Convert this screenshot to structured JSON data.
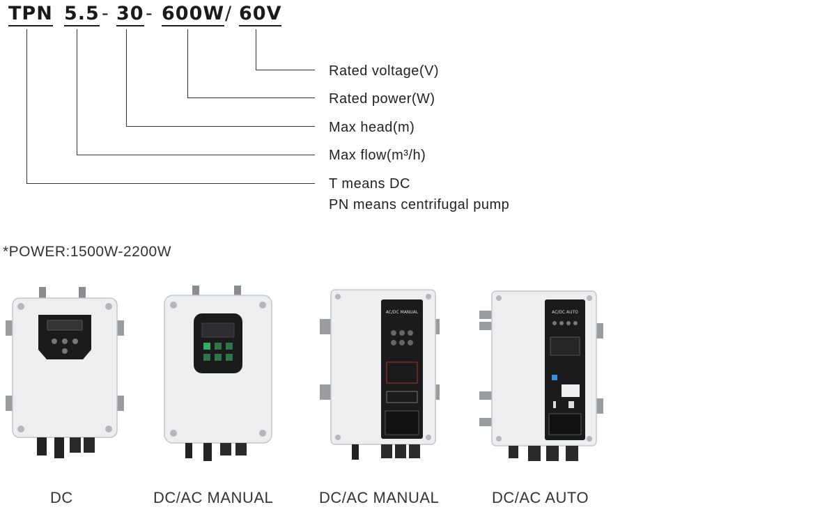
{
  "model_code": {
    "series": "TPN",
    "flow": "5.5",
    "dash1": "-",
    "head": "30",
    "dash2": "-",
    "power": "600W",
    "slash": "/",
    "voltage": "60V"
  },
  "legend": [
    {
      "key": "voltage",
      "text": "Rated voltage(V)"
    },
    {
      "key": "power",
      "text": "Rated power(W)"
    },
    {
      "key": "head",
      "text": "Max head(m)"
    },
    {
      "key": "flow",
      "text": "Max flow(m³/h)"
    },
    {
      "key": "series",
      "line1": "T means DC",
      "line2": "PN means centrifugal pump"
    }
  ],
  "power_note": "*POWER:1500W-2200W",
  "products": [
    {
      "label": "DC",
      "panel_text": ""
    },
    {
      "label": "DC/AC  MANUAL",
      "panel_text": ""
    },
    {
      "label": "DC/AC  MANUAL",
      "panel_text": "AC/DC MANUAL"
    },
    {
      "label": "DC/AC AUTO",
      "panel_text": "AC/DC AUTO"
    }
  ],
  "colors": {
    "text": "#222222",
    "line": "#333333",
    "enclosure": "#e9ebec",
    "panel": "#1b1b1d",
    "accent_green": "#3fd17a"
  }
}
